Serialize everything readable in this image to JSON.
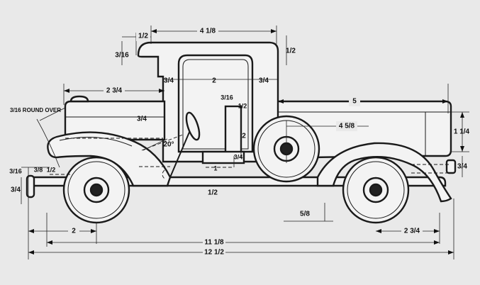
{
  "dimensions": {
    "top_half": "1/2",
    "cab_width": "4 1/8",
    "roof_right": "1/2",
    "roof_thickness": "3/16",
    "pillar_front": "3/4",
    "door_opening": "2",
    "pillar_rear": "3/4",
    "hood_length": "2 3/4",
    "bed_length": "5",
    "post_gap": "3/16",
    "post_width": "1/2",
    "hood_height": "3/4",
    "wheel_offset": "4 5/8",
    "bed_height": "1 1/4",
    "fender_angle": "20°",
    "seat_height": "2",
    "seat_thickness": "3/4",
    "seat_span": "1",
    "front_offset_a": "3/16",
    "front_offset_b": "3/8",
    "front_offset_c": "1/2",
    "bumper_height": "3/4",
    "rear_bumper": "3/4",
    "chassis_center": "1/2",
    "axle_height": "5/8",
    "front_wheel_pos": "2",
    "rear_wheel_pos": "2 3/4",
    "wheelbase": "11 1/8",
    "overall_length": "12 1/2"
  },
  "notes": {
    "round_over": "3/16 ROUND OVER"
  }
}
